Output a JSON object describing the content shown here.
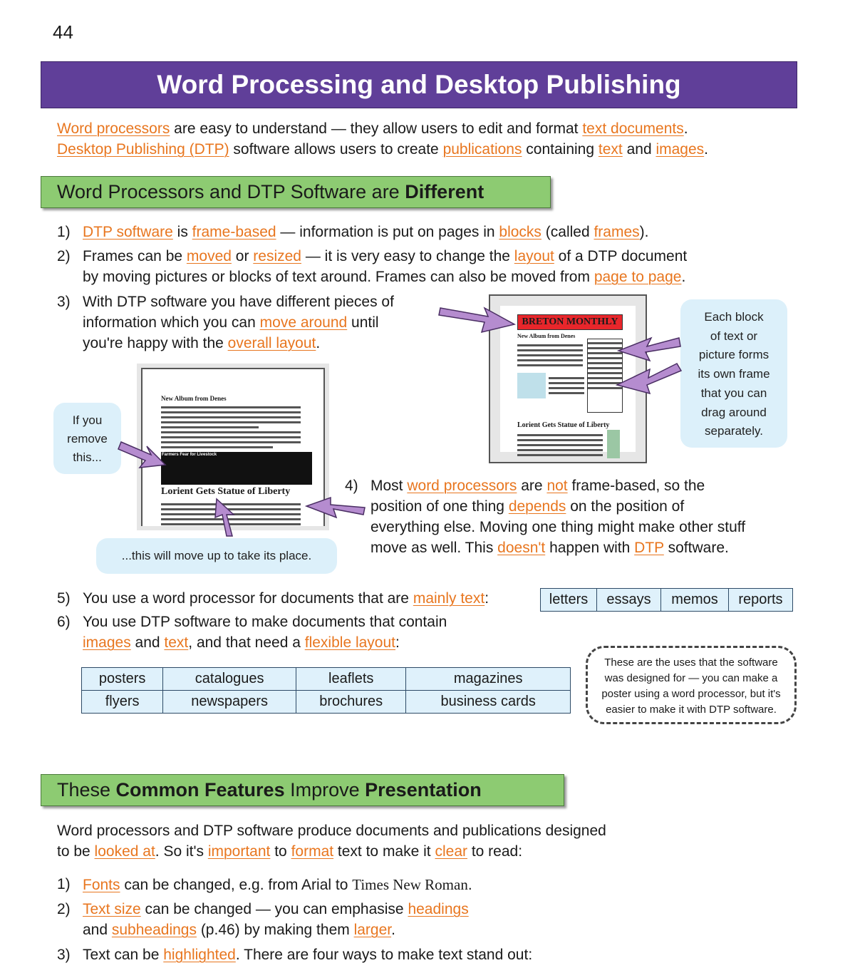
{
  "page_number": "44",
  "title": "Word Processing and Desktop Publishing",
  "colors": {
    "title_bar": "#603f99",
    "section_header": "#8dcb72",
    "link": "#e8761f",
    "table_fill": "#dff1fb",
    "bubble": "#dcf0fa",
    "arrow": "#b58ccf"
  },
  "intro": {
    "lines": [
      [
        [
          "Word processors",
          1
        ],
        [
          " are easy to understand — they allow users to edit and format ",
          0
        ],
        [
          "text documents",
          1
        ],
        [
          ".",
          0
        ]
      ],
      [
        [
          "Desktop Publishing (DTP)",
          1
        ],
        [
          " software allows users to create ",
          0
        ],
        [
          "publications",
          1
        ],
        [
          " containing ",
          0
        ],
        [
          "text",
          1
        ],
        [
          " and ",
          0
        ],
        [
          "images",
          1
        ],
        [
          ".",
          0
        ]
      ]
    ]
  },
  "section1": {
    "header_pre": "Word Processors and DTP Software are ",
    "header_bold": "Different",
    "numbers": [
      "1)",
      "2)",
      "3)",
      "4)",
      "5)",
      "6)"
    ],
    "lines": [
      [
        [
          "DTP software",
          1
        ],
        [
          " is ",
          0
        ],
        [
          "frame-based",
          1
        ],
        [
          " — information is put on pages in ",
          0
        ],
        [
          "blocks",
          1
        ],
        [
          " (called ",
          0
        ],
        [
          "frames",
          1
        ],
        [
          ").",
          0
        ]
      ],
      [
        [
          "Frames can be ",
          0
        ],
        [
          "moved",
          1
        ],
        [
          " or ",
          0
        ],
        [
          "resized",
          1
        ],
        [
          " —  it is very easy to change the ",
          0
        ],
        [
          "layout",
          1
        ],
        [
          " of a DTP document",
          0
        ]
      ],
      [
        [
          "by moving pictures or blocks of text around.  Frames can also be moved from ",
          0
        ],
        [
          "page to page",
          1
        ],
        [
          ".",
          0
        ]
      ],
      [
        [
          "With DTP software you have different pieces of",
          0
        ]
      ],
      [
        [
          "information which you can ",
          0
        ],
        [
          "move around",
          1
        ],
        [
          " until",
          0
        ]
      ],
      [
        [
          "you're happy with the ",
          0
        ],
        [
          "overall layout",
          1
        ],
        [
          ".",
          0
        ]
      ],
      [
        [
          "Most ",
          0
        ],
        [
          "word processors",
          1
        ],
        [
          " are ",
          0
        ],
        [
          "not",
          1
        ],
        [
          " frame-based, so the",
          0
        ]
      ],
      [
        [
          "position of one thing ",
          0
        ],
        [
          "depends",
          1
        ],
        [
          " on the position of",
          0
        ]
      ],
      [
        [
          "everything else.  Moving one thing might make other stuff",
          0
        ]
      ],
      [
        [
          "move as well.  This ",
          0
        ],
        [
          "doesn't",
          1
        ],
        [
          " happen with ",
          0
        ],
        [
          "DTP",
          1
        ],
        [
          " software.",
          0
        ]
      ],
      [
        [
          "You use a word processor for documents that are ",
          0
        ],
        [
          "mainly text",
          1
        ],
        [
          ":",
          0
        ]
      ],
      [
        [
          "You use DTP software to make documents that contain",
          0
        ]
      ],
      [
        [
          "images",
          1
        ],
        [
          " and ",
          0
        ],
        [
          "text",
          1
        ],
        [
          ", and that need a ",
          0
        ],
        [
          "flexible layout",
          1
        ],
        [
          ":",
          0
        ]
      ]
    ],
    "word_processor_uses": [
      "letters",
      "essays",
      "memos",
      "reports"
    ],
    "dtp_uses": [
      [
        "posters",
        "catalogues",
        "leaflets",
        "magazines"
      ],
      [
        "flyers",
        "newspapers",
        "brochures",
        "business cards"
      ]
    ],
    "callout_frames": [
      "Each block",
      "of text or",
      "picture forms",
      "its own frame",
      "that you can",
      "drag around",
      "separately."
    ],
    "callout_remove": [
      "If you",
      "remove",
      "this..."
    ],
    "callout_move": "...this will move up to take its place.",
    "note": [
      "These are the uses that the software",
      "was designed for — you can make a",
      "poster using a word processor, but it's",
      "easier to make it with DTP software."
    ],
    "dtp_figure": {
      "masthead": "BRETON MONTHLY",
      "story1": "New Album from Denes",
      "story2": "Lorient Gets Statue of Liberty"
    },
    "wp_figure": {
      "story1": "New Album from Denes",
      "highlight_heading": "Farmers Fear for Livestock",
      "story2": "Lorient Gets Statue of Liberty"
    }
  },
  "section2": {
    "header_parts": [
      [
        "These ",
        0
      ],
      [
        "Common Features",
        1
      ],
      [
        " Improve ",
        0
      ],
      [
        "Presentation",
        1
      ]
    ],
    "numbers": [
      "1)",
      "2)",
      "3)"
    ],
    "lines": [
      [
        [
          "Word processors and DTP software produce documents and publications designed",
          0
        ]
      ],
      [
        [
          "to be ",
          0
        ],
        [
          "looked at",
          1
        ],
        [
          ".  So it's ",
          0
        ],
        [
          "important",
          1
        ],
        [
          " to ",
          0
        ],
        [
          "format",
          1
        ],
        [
          " text to make it ",
          0
        ],
        [
          "clear",
          1
        ],
        [
          " to read:",
          0
        ]
      ],
      [
        [
          "Fonts",
          1
        ],
        [
          " can be changed, e.g. from ",
          0
        ],
        [
          "Arial",
          0
        ],
        [
          " to ",
          0
        ],
        [
          "Times New Roman",
          0
        ],
        [
          ".",
          0
        ]
      ],
      [
        [
          "Text size",
          1
        ],
        [
          " can be changed — you can emphasise ",
          0
        ],
        [
          "headings",
          1
        ]
      ],
      [
        [
          "and ",
          0
        ],
        [
          "subheadings",
          1
        ],
        [
          " (p.46) by making them ",
          0
        ],
        [
          "larger",
          1
        ],
        [
          ".",
          0
        ]
      ],
      [
        [
          "Text can be ",
          0
        ],
        [
          "highlighted",
          1
        ],
        [
          ".  There are four ways to make text stand out:",
          0
        ]
      ]
    ]
  }
}
